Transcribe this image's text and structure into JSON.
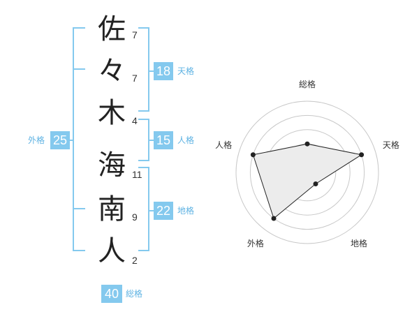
{
  "characters": [
    {
      "char": "佐",
      "strokes": "7"
    },
    {
      "char": "々",
      "strokes": "7"
    },
    {
      "char": "木",
      "strokes": "4"
    },
    {
      "char": "海",
      "strokes": "11"
    },
    {
      "char": "南",
      "strokes": "9"
    },
    {
      "char": "人",
      "strokes": "2"
    }
  ],
  "fortunes": {
    "tenkaku": {
      "value": "18",
      "label": "天格"
    },
    "jinkaku": {
      "value": "15",
      "label": "人格"
    },
    "chikaku": {
      "value": "22",
      "label": "地格"
    },
    "gaikaku": {
      "value": "25",
      "label": "外格"
    },
    "soukaku": {
      "value": "40",
      "label": "総格"
    }
  },
  "chart_data": {
    "type": "radar",
    "axes": [
      "総格",
      "天格",
      "地格",
      "外格",
      "人格"
    ],
    "values": [
      2,
      4,
      1,
      4,
      4
    ],
    "max": 5,
    "rings": 5,
    "colors": {
      "fill": "#ececec",
      "line": "#222222",
      "ring": "#c8c8c8"
    }
  },
  "colors": {
    "accent": "#84c9ee",
    "label": "#5fb3e3"
  }
}
